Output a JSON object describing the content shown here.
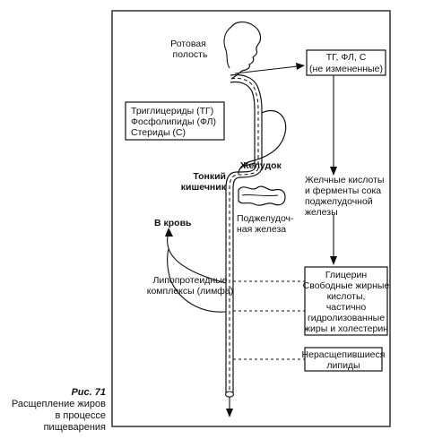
{
  "labels": {
    "mouth": [
      "Ротовая",
      "полость"
    ],
    "input_box": [
      "Триглицериды (ТГ)",
      "Фосфолипиды (ФЛ)",
      "Стериды (С)"
    ],
    "top_right_box": [
      "ТГ, ФЛ, С",
      "(не измененные)"
    ],
    "stomach": "Желудок",
    "small_intestine": [
      "Тонкий",
      "кишечник"
    ],
    "pancreas": [
      "Поджелудоч-",
      "ная железа"
    ],
    "to_blood": "В кровь",
    "bile_enzymes": [
      "Желчные кислоты",
      "и ферменты сока",
      "поджелудочной",
      "железы"
    ],
    "lipoprotein": [
      "Липопротеидные",
      "комплексы (лимфа)"
    ],
    "products_box": [
      "Глицерин",
      "Свободные жирные",
      "кислоты,",
      "частично",
      "гидролизованные",
      "жиры и холестерин"
    ],
    "unsplit_box": [
      "Нерасщепившиеся",
      "липиды"
    ]
  },
  "caption": {
    "figure": "Рис. 71",
    "lines": [
      "Расщепление жиров",
      "в процессе",
      "пищеварения"
    ]
  }
}
